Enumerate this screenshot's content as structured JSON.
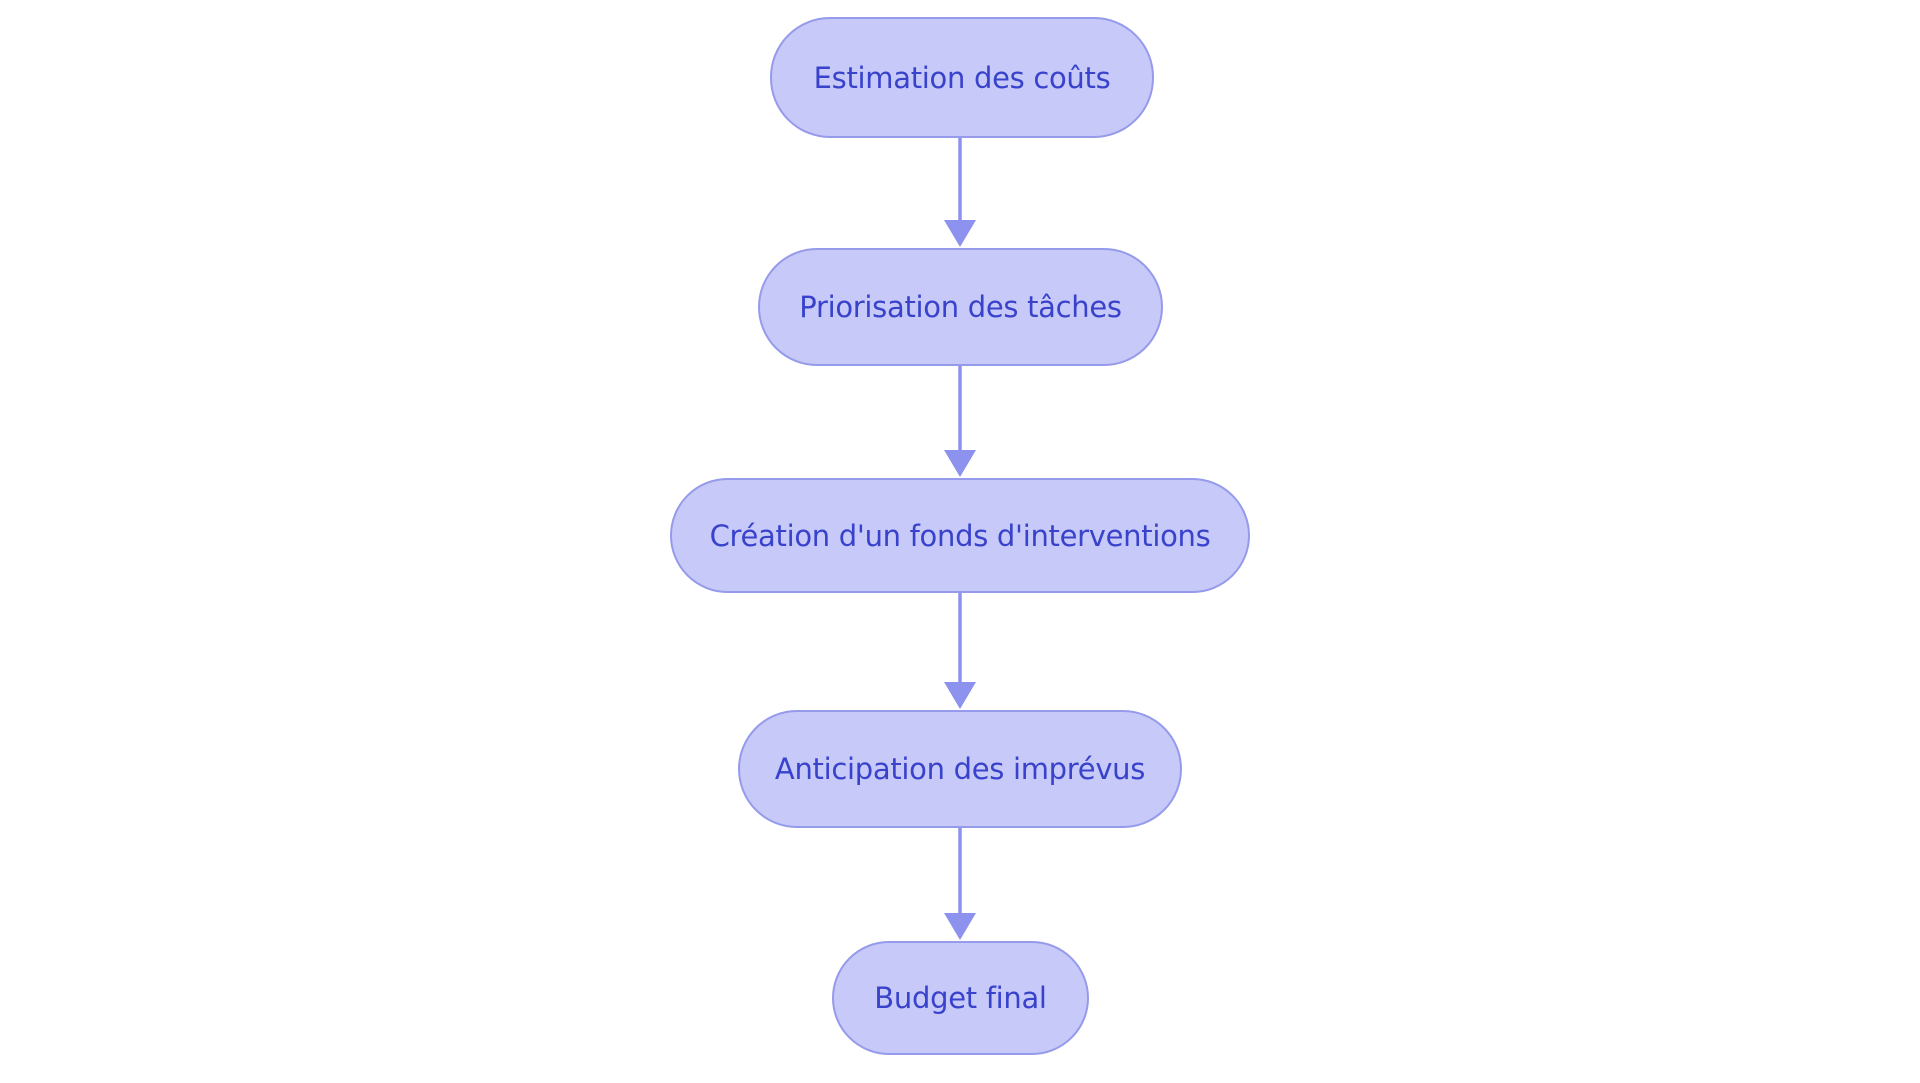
{
  "flowchart": {
    "type": "flowchart",
    "direction": "top-to-bottom",
    "background_color": "#ffffff",
    "node_fill_color": "#c7c9f8",
    "node_border_color": "#959bea",
    "node_text_color": "#3842cb",
    "arrow_color": "#8c92ee",
    "nodes": [
      {
        "id": "estimation-des-couts",
        "label": "Estimation des coûts"
      },
      {
        "id": "priorisation-des-taches",
        "label": "Priorisation des tâches"
      },
      {
        "id": "creation-fonds-interventions",
        "label": "Création d'un fonds d'interventions"
      },
      {
        "id": "anticipation-des-imprevus",
        "label": "Anticipation des imprévus"
      },
      {
        "id": "budget-final",
        "label": "Budget final"
      }
    ],
    "edges": [
      {
        "from": "estimation-des-couts",
        "to": "priorisation-des-taches"
      },
      {
        "from": "priorisation-des-taches",
        "to": "creation-fonds-interventions"
      },
      {
        "from": "creation-fonds-interventions",
        "to": "anticipation-des-imprevus"
      },
      {
        "from": "anticipation-des-imprevus",
        "to": "budget-final"
      }
    ]
  }
}
